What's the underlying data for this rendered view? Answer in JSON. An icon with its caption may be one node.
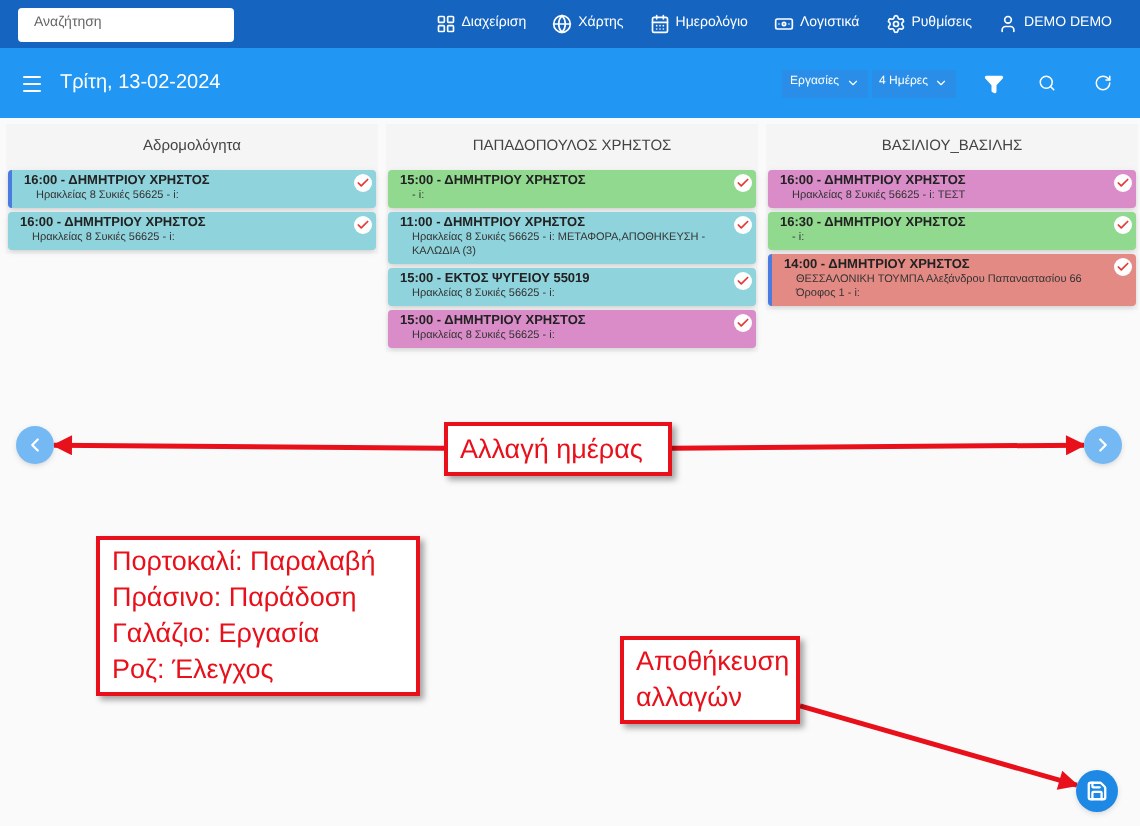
{
  "diagram": {
    "nodes": [
      {
        "text": [
          "16:00 - ΔΗΜΗΤΡΙΟΥ ΧΡΗΣΤΟΣ",
          "Ηρακλείας 8 Συκιές 56625 - i:"
        ]
      },
      {
        "text": [
          "16:00 - ΔΗΜΗΤΡΙΟΥ ΧΡΗΣΤΟΣ",
          "Ηρακλείας 8 Συκιές 56625 - i:"
        ]
      },
      {
        "text": [
          "15:00 - ΔΗΜΗΤΡΙΟΥ ΧΡΗΣΤΟΣ",
          "- i:"
        ]
      },
      {
        "text": [
          "11:00 - ΔΗΜΗΤΡΙΟΥ ΧΡΗΣΤΟΣ",
          "Ηρακλείας 8 Συκιές 56625 - i: ΜΕΤΑΦΟΡΑ,ΑΠΟΘΗΚΕΥΣΗ - ΚΑΛΩΔΙΑ (3)"
        ]
      },
      {
        "text": [
          "15:00 - ΕΚΤΟΣ ΨΥΓΕΙΟΥ 55019",
          "Ηρακλείας 8 Συκιές 56625 - i:"
        ]
      },
      {
        "text": [
          "15:00 - ΔΗΜΗΤΡΙΟΥ ΧΡΗΣΤΟΣ",
          "Ηρακλείας 8 Συκιές 56625 - i:"
        ]
      },
      {
        "text": [
          "16:00 - ΔΗΜΗΤΡΙΟΥ ΧΡΗΣΤΟΣ",
          "Ηρακλείας 8 Συκιές 56625 - i: ΤΕΣΤ"
        ]
      },
      {
        "text": [
          "16:30 - ΔΗΜΗΤΡΙΟΥ ΧΡΗΣΤΟΣ",
          "- i:"
        ]
      },
      {
        "text": [
          "14:00 - ΔΗΜΗΤΡΙΟΥ ΧΡΗΣΤΟΣ",
          "ΘΕΣΣΑΛΟΝΙΚΗ ΤΟΥΜΠΑ Αλεξάνδρου Παπαναστασίου 66 Όροφος 1 - i:"
        ]
      },
      {
        "text": [],
        "shape": "circle"
      },
      {
        "text": [
          "Αλλαγή ημέρας"
        ]
      },
      {
        "text": [],
        "shape": "circle"
      },
      {
        "text": [
          "Πορτοκαλί: Παραλαβή",
          "Πράσινο: Παράδοση",
          "Γαλάζιο: Εργασία",
          "Ροζ: Έλεγχος"
        ]
      },
      {
        "text": [
          "Αποθήκευση αλλαγών"
        ]
      },
      {
        "text": [],
        "shape": "circle"
      }
    ],
    "edges": [
      {
        "from": 10,
        "to": 9,
        "arrow": "to"
      },
      {
        "from": 10,
        "to": 11,
        "arrow": "to"
      },
      {
        "from": 13,
        "to": 14,
        "arrow": "to"
      }
    ],
    "labels": [
      "Αναζήτηση",
      "Διαχείριση",
      "Χάρτης",
      "Ημερολόγιο",
      "Λογιστικά",
      "Ρυθμίσεις",
      "DEMO DEMO",
      "Τρίτη, 13-02-2024",
      "Εργασίες",
      "4 Ημέρες",
      "Αδρομολόγητα",
      "ΠΑΠΑΔΟΠΟΥΛΟΣ ΧΡΗΣΤΟΣ",
      "ΒΑΣΙΛΙΟΥ_ΒΑΣΙΛΗΣ"
    ]
  }
}
